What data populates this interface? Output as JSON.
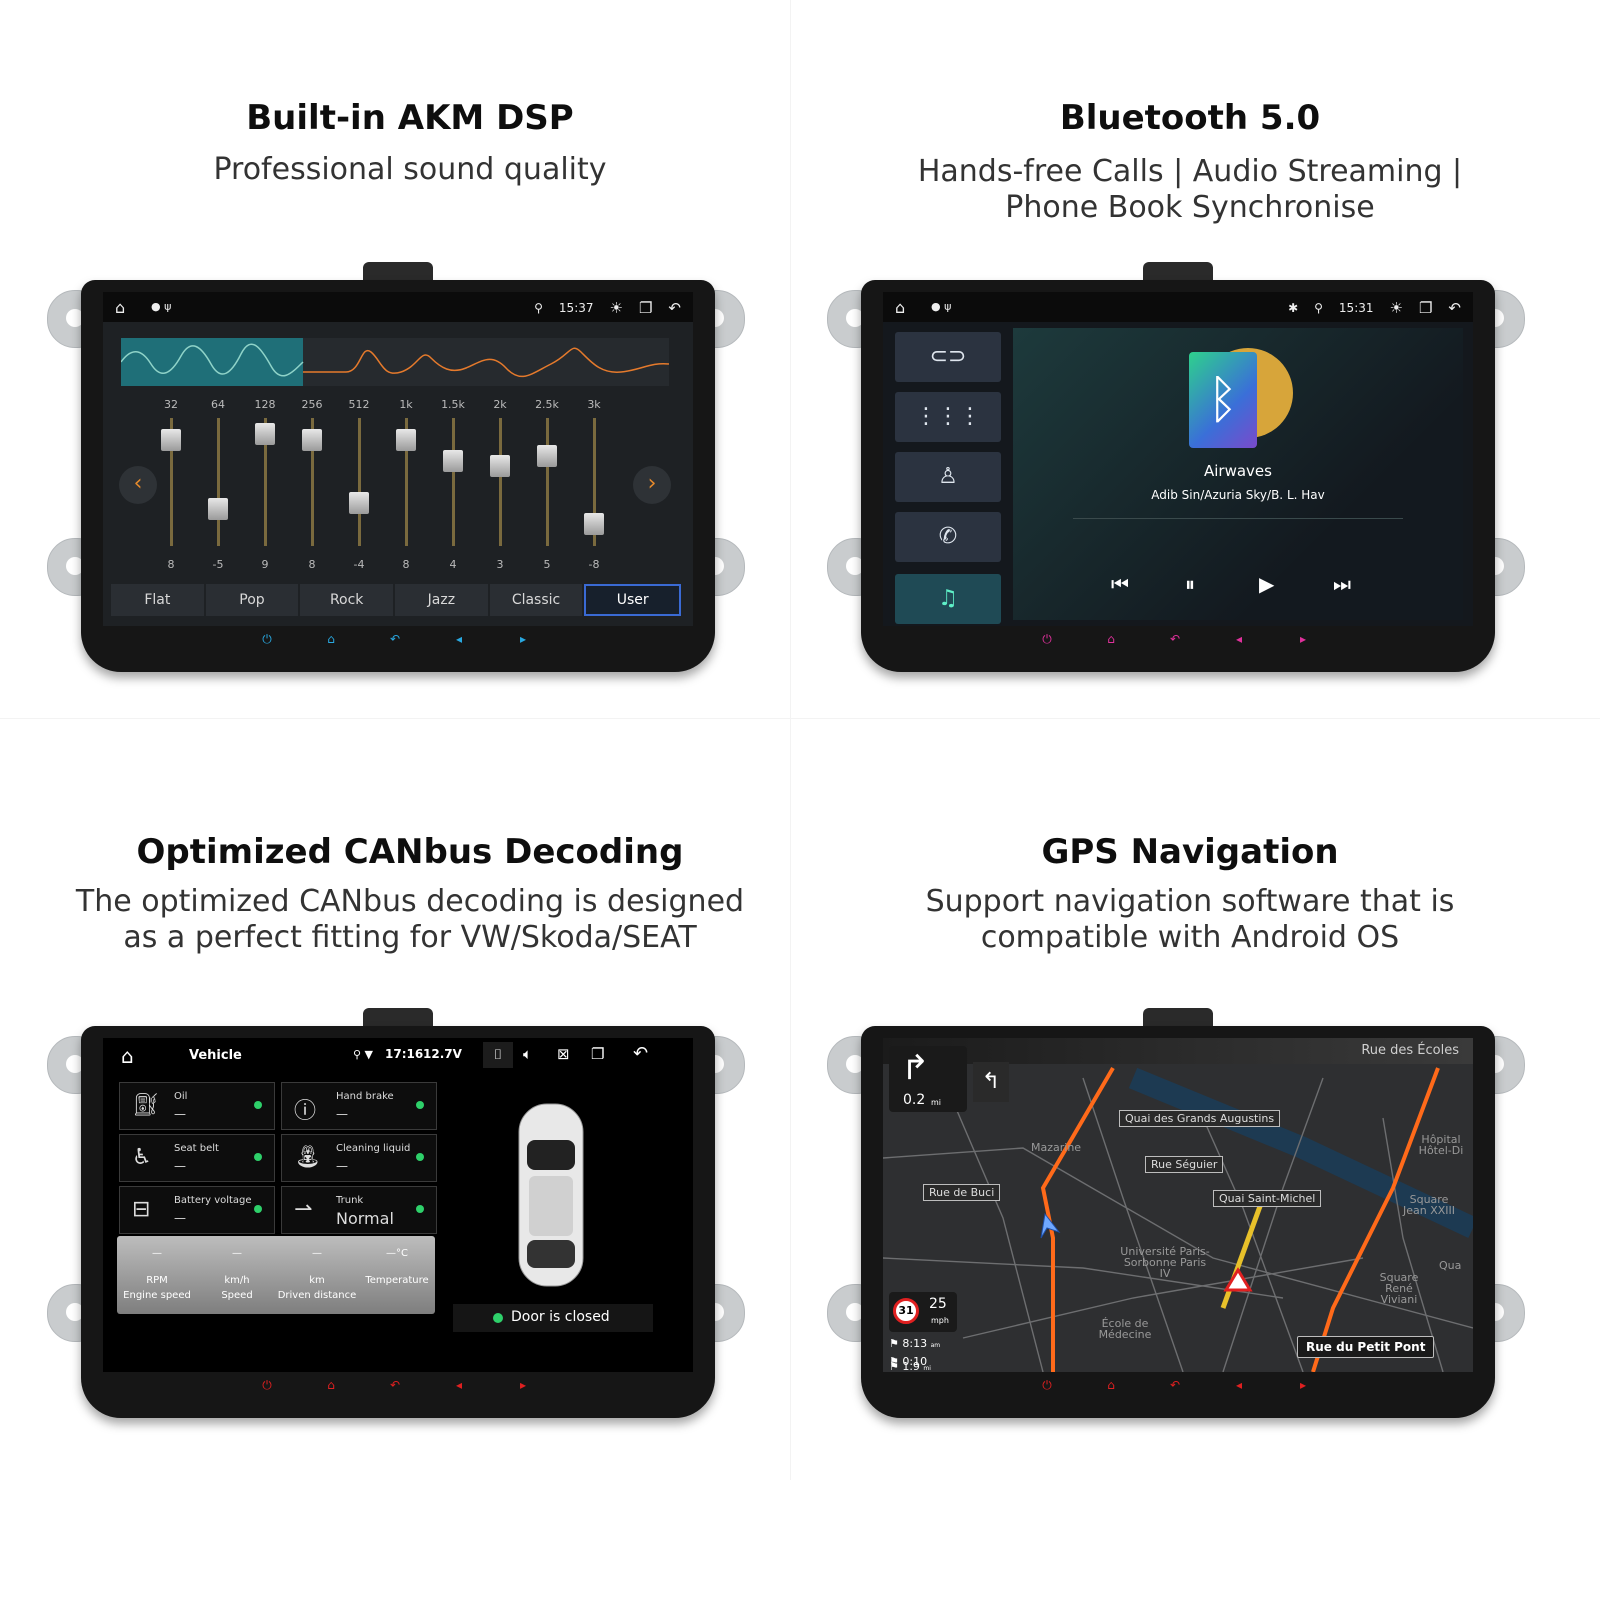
{
  "dsp": {
    "heading": "Built-in AKM DSP",
    "subtitle": "Professional sound quality",
    "status_time": "15:37",
    "frequencies": [
      "32",
      "64",
      "128",
      "256",
      "512",
      "1k",
      "1.5k",
      "2k",
      "2.5k",
      "3k"
    ],
    "values": [
      "8",
      "-5",
      "9",
      "8",
      "-4",
      "8",
      "4",
      "3",
      "5",
      "-8"
    ],
    "presets": [
      "Flat",
      "Pop",
      "Rock",
      "Jazz",
      "Classic",
      "User"
    ],
    "selected_preset": "User"
  },
  "bluetooth": {
    "heading": "Bluetooth 5.0",
    "subtitle_line1": "Hands-free Calls | Audio Streaming |",
    "subtitle_line2": "Phone Book Synchronise",
    "status_time": "15:31",
    "track_title": "Airwaves",
    "track_artist": "Adib Sin/Azuria Sky/B. L. Hav",
    "side_icons": [
      "link-icon",
      "dialpad-icon",
      "contacts-icon",
      "call-log-icon",
      "music-icon"
    ]
  },
  "canbus": {
    "heading": "Optimized CANbus Decoding",
    "subtitle_line1": "The optimized CANbus decoding is designed",
    "subtitle_line2": "as a perfect fitting for VW/Skoda/SEAT",
    "app_title": "Vehicle",
    "status_time": "17:16",
    "battery": "12.7V",
    "items": [
      {
        "label": "Oil",
        "value": "—"
      },
      {
        "label": "Hand brake",
        "value": "—"
      },
      {
        "label": "Seat belt",
        "value": "—"
      },
      {
        "label": "Cleaning liquid",
        "value": "—"
      },
      {
        "label": "Battery voltage",
        "value": "—"
      },
      {
        "label": "Trunk",
        "value": "Normal"
      }
    ],
    "gauges": [
      {
        "value": "—",
        "unit": "RPM",
        "label": "Engine speed"
      },
      {
        "value": "—",
        "unit": "km/h",
        "label": "Speed"
      },
      {
        "value": "—",
        "unit": "km",
        "label": "Driven distance"
      },
      {
        "value": "—°C",
        "unit": "",
        "label": "Temperature"
      }
    ],
    "door_status": "Door is closed"
  },
  "gps": {
    "heading": "GPS Navigation",
    "subtitle_line1": "Support navigation software that is",
    "subtitle_line2": "compatible with Android OS",
    "current_street": "Rue des Écoles",
    "next_distance": "0.2",
    "next_distance_unit": "mi",
    "speed_limit": "31",
    "speed": "25",
    "speed_unit": "mph",
    "eta": "8:13",
    "eta_suffix": "am",
    "remaining_time": "0:10",
    "remaining_distance": "1.9",
    "remaining_distance_unit": "mi",
    "bottom_street": "Rue du Petit Pont",
    "labels": [
      "Quai des Grands Augustins",
      "Rue Séguier",
      "Rue de Buci",
      "Quai Saint-Michel"
    ],
    "places": [
      "Mazarine",
      "Université Paris-Sorbonne Paris IV",
      "École de Médecine",
      "Hôpital Hôtel-Di",
      "Square Jean XXIII",
      "Square René Viviani",
      "Qua"
    ]
  }
}
